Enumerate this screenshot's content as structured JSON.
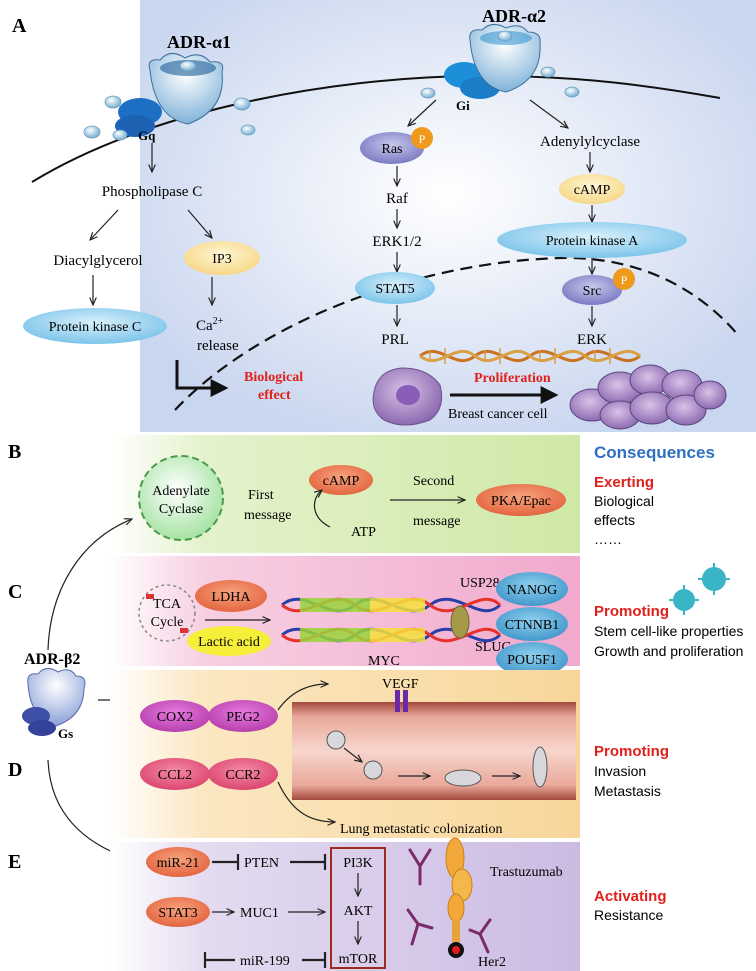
{
  "panel_labels": {
    "a": "A",
    "b": "B",
    "c": "C",
    "d": "D",
    "e": "E"
  },
  "panel_a": {
    "receptor1": "ADR-α1",
    "receptor2": "ADR-α2",
    "gq": "Gq",
    "gi": "Gi",
    "plc": "Phospholipase C",
    "dag": "Diacylglycerol",
    "ip3": "IP3",
    "pkc": "Protein kinase C",
    "ca_base": "Ca",
    "ca_sup": "2+",
    "release": "release",
    "ras": "Ras",
    "phospho": "P",
    "raf": "Raf",
    "erk12": "ERK1/2",
    "stat5": "STAT5",
    "prl": "PRL",
    "adenylylcyclase": "Adenylylcyclase",
    "camp": "cAMP",
    "pka": "Protein kinase A",
    "src": "Src",
    "erk": "ERK",
    "bio_effect_1": "Biological",
    "bio_effect_2": "effect",
    "proliferation": "Proliferation",
    "breast_cancer": "Breast cancer cell"
  },
  "consequences_title": "Consequences",
  "panel_b": {
    "adenylate_1": "Adenylate",
    "adenylate_2": "Cyclase",
    "first_1": "First",
    "first_2": "message",
    "camp": "cAMP",
    "atp": "ATP",
    "second_1": "Second",
    "second_2": "message",
    "pka_epac": "PKA/Epac",
    "cons_head": "Exerting",
    "cons_1": "Biological",
    "cons_2": "effects",
    "cons_3": "……"
  },
  "panel_c": {
    "ldha": "LDHA",
    "tca_1": "TCA",
    "tca_2": "Cycle",
    "lactic": "Lactic acid",
    "usp28": "USP28",
    "myc": "MYC",
    "slug": "SLUG",
    "nanog": "NANOG",
    "ctnnb1": "CTNNB1",
    "pou5f1": "POU5F1",
    "cons_head": "Promoting",
    "cons_1": "Stem cell-like properties",
    "cons_2": "Growth and proliferation"
  },
  "adr_b2": {
    "label": "ADR-β2",
    "gs": "Gs"
  },
  "panel_d": {
    "cox2": "COX2",
    "peg2": "PEG2",
    "ccl2": "CCL2",
    "ccr2": "CCR2",
    "vegf": "VEGF",
    "lung": "Lung metastatic colonization",
    "cons_head": "Promoting",
    "cons_1": "Invasion",
    "cons_2": "Metastasis"
  },
  "panel_e": {
    "mir21": "miR-21",
    "pten": "PTEN",
    "pi3k": "PI3K",
    "stat3": "STAT3",
    "muc1": "MUC1",
    "akt": "AKT",
    "mir199": "miR-199",
    "mtor": "mTOR",
    "trastuzumab": "Trastuzumab",
    "her2": "Her2",
    "cons_head": "Activating",
    "cons_1": "Resistance"
  },
  "colors": {
    "red_label": "#e0201b",
    "blue_title": "#2e6fc0",
    "panel_a_bg": "#dfe6f5",
    "panel_b_bg": "#d6ecb4",
    "panel_c_bg": "#f3b9d6",
    "panel_d_bg": "#f9dfae",
    "panel_e_bg": "#d8cbe8"
  }
}
